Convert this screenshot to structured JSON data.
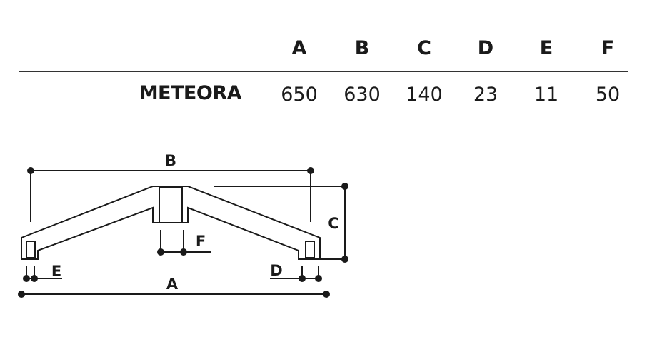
{
  "table": {
    "columns": [
      "A",
      "B",
      "C",
      "D",
      "E",
      "F"
    ],
    "rows": [
      {
        "model": "METEORA",
        "values": [
          "650",
          "630",
          "140",
          "23",
          "11",
          "50"
        ]
      }
    ]
  },
  "diagram": {
    "labels": {
      "A": "A",
      "B": "B",
      "C": "C",
      "D": "D",
      "E": "E",
      "F": "F"
    }
  },
  "colors": {
    "line": "#1a1a1a",
    "background": "#ffffff"
  }
}
